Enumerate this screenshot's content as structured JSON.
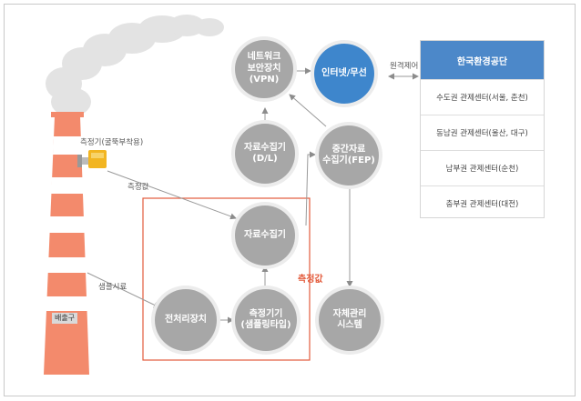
{
  "nodes": {
    "network_security": "네트워크\n보안장치\n(VPN)",
    "internet": "인터넷/무선",
    "data_logger": "자료수집기\n(D/L)",
    "fep": "중간자료\n수집기(FEP)",
    "data_collector": "자료수집기",
    "pretreatment": "전처리장치",
    "analyzer": "측정기기\n(샘플링타입)",
    "self_management": "자체관리\n시스템"
  },
  "labels": {
    "remote_control": "원격제어",
    "sensor_in_duct": "측정기(굴뚝부착용)",
    "measured_value": "측정값",
    "sample_gas": "샘플시료",
    "measured_value_red": "측정값",
    "outlet": "배출구"
  },
  "panel": {
    "title": "한국환경공단",
    "rows": [
      "수도권 관제센터(서울, 춘천)",
      "동남권 관제센터(울산, 대구)",
      "남부권 관제센터(순천)",
      "충부권 관제센터(대전)"
    ]
  },
  "colors": {
    "node_gray": "#a7a7a7",
    "node_blue": "#3e86cc",
    "panel_header": "#4c88c9",
    "stack_orange": "#f38a6c",
    "highlight_red": "#e35b3c"
  }
}
